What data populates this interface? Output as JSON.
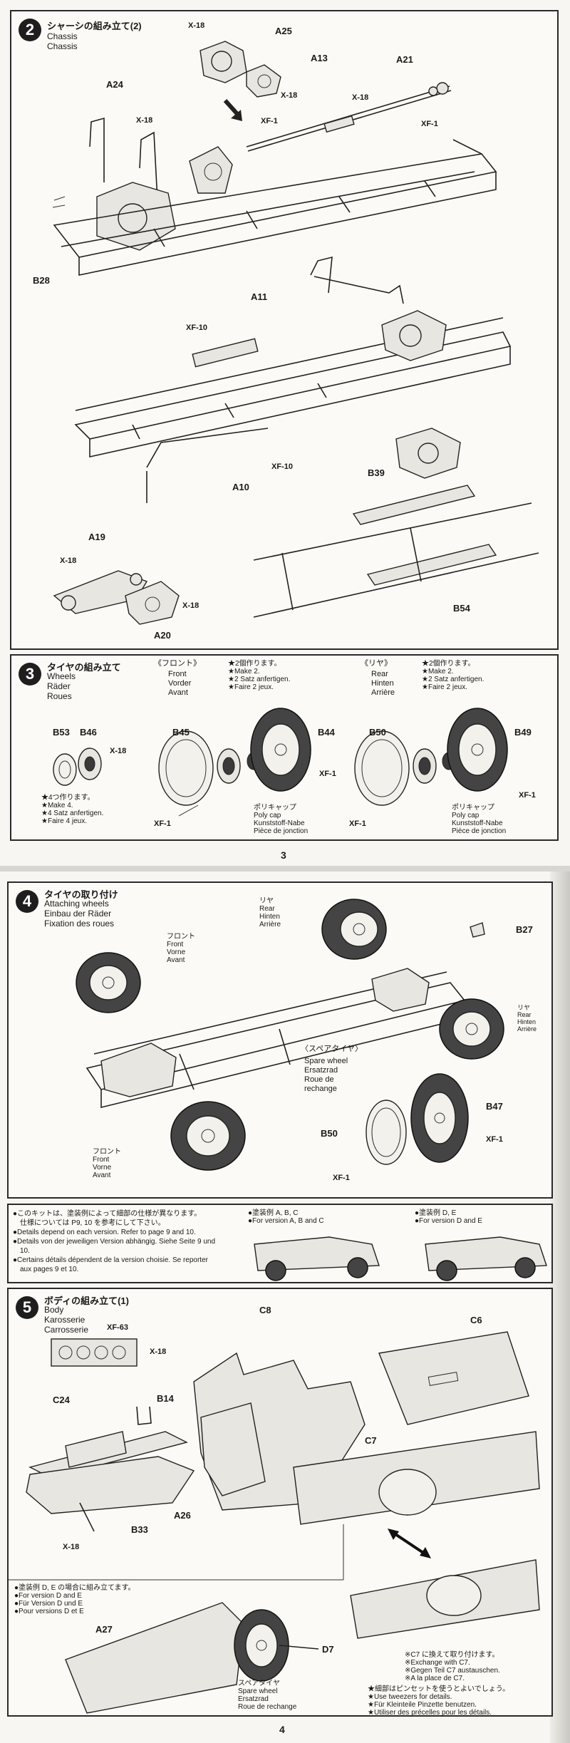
{
  "page1": {
    "step2": {
      "number": "2",
      "title_ja": "シャーシの組み立て(2)",
      "title_lines": "Chassis\nChassis",
      "labels": {
        "x18_top": "X-18",
        "a25": "A25",
        "a13": "A13",
        "x18_a13": "X-18",
        "a21": "A21",
        "x18_a21": "X-18",
        "xf1_a21": "XF-1",
        "a24": "A24",
        "x18_a24": "X-18",
        "xf1_shaft": "XF-1",
        "b28": "B28",
        "a11": "A11",
        "xf10_a": "XF-10",
        "xf10_b": "XF-10",
        "a10": "A10",
        "b39": "B39",
        "a19": "A19",
        "x18_a19": "X-18",
        "x18_a20": "X-18",
        "a20": "A20",
        "b54": "B54"
      }
    },
    "step3": {
      "number": "3",
      "title_ja": "タイヤの組み立て",
      "title_lines": "Wheels\nRäder\nRoues",
      "front_head": "《フロント》",
      "front_lines": "Front\nVorder\nAvant",
      "front_make": "★2個作ります。\n★Make 2.\n★2 Satz anfertigen.\n★Faire 2 jeux.",
      "rear_head": "《リヤ》",
      "rear_lines": "Rear\nHinten\nArrière",
      "rear_make": "★2個作ります。\n★Make 2.\n★2 Satz anfertigen.\n★Faire 2 jeux.",
      "labels": {
        "b53": "B53",
        "b46": "B46",
        "x18": "X-18",
        "b45": "B45",
        "b44": "B44",
        "xf1_b44": "XF-1",
        "xf1_front": "XF-1",
        "b50": "B50",
        "b49": "B49",
        "xf1_b49": "XF-1",
        "xf1_rear": "XF-1"
      },
      "make4": "★4つ作ります。\n★Make 4.\n★4 Satz anfertigen.\n★Faire 4 jeux.",
      "polycap_front": "ポリキャップ\nPoly cap\nKunststoff-Nabe\nPièce de jonction",
      "polycap_rear": "ポリキャップ\nPoly cap\nKunststoff-Nabe\nPièce de jonction"
    },
    "page_number": "3"
  },
  "page2": {
    "step4": {
      "number": "4",
      "title_ja": "タイヤの取り付け",
      "title_lines": "Attaching wheels\nEinbau der Räder\nFixation des roues",
      "rear_top": "リヤ\nRear\nHinten\nArrière",
      "front_top": "フロント\nFront\nVorne\nAvant",
      "b27": "B27",
      "rear_right": "リヤ\nRear\nHinten\nArrière",
      "spare_head": "〈スペアタイヤ〉",
      "spare_lines": "Spare wheel\nErsatzrad\nRoue de\nrechange",
      "front_bottom": "フロント\nFront\nVorne\nAvant",
      "b47": "B47",
      "b50": "B50",
      "xf1_b50": "XF-1",
      "xf1_b47": "XF-1"
    },
    "notes": {
      "left": "●このキットは、塗装例によって細部の仕様が異なります。\n　仕様については P9, 10 を参考にして下さい。\n●Details depend on each version. Refer to page 9 and 10.\n●Details von der jeweiligen Version abhängig. Siehe Seite 9 und\n　10.\n●Certains détails dépendent de la version choisie. Se reporter\n　aux pages 9 et 10.",
      "version_abc": "●塗装例 A, B, C\n●For version A, B and C",
      "version_de": "●塗装例 D, E\n●For version D and E"
    },
    "step5": {
      "number": "5",
      "title_ja": "ボディの組み立て(1)",
      "title_lines": "Body\nKarosserie\nCarrosserie",
      "labels": {
        "xf63": "XF-63",
        "x18_panel": "X-18",
        "c8": "C8",
        "c6": "C6",
        "c24": "C24",
        "b14": "B14",
        "c7": "C7",
        "a26": "A26",
        "b33": "B33",
        "x18_bottom": "X-18",
        "a27": "A27",
        "d7": "D7"
      },
      "version_de_note": "●塗装例 D, E の場合に組み立てます。\n●For version D and E\n●Für Version D und E\n●Pour versions D et E",
      "spare_wheel": "スペアタイヤ\nSpare wheel\nErsatzrad\nRoue de rechange",
      "c7_note": "※C7 に換えて取り付けます。\n※Exchange with C7.\n※Gegen Teil C7 austauschen.\n※A la place de C7.",
      "tweezers": "★細部はピンセットを使うとよいでしょう。\n★Use tweezers for details.\n★Für Kleinteile Pinzette benutzen.\n★Utiliser des précelles pour les détails."
    },
    "page_number": "4"
  }
}
